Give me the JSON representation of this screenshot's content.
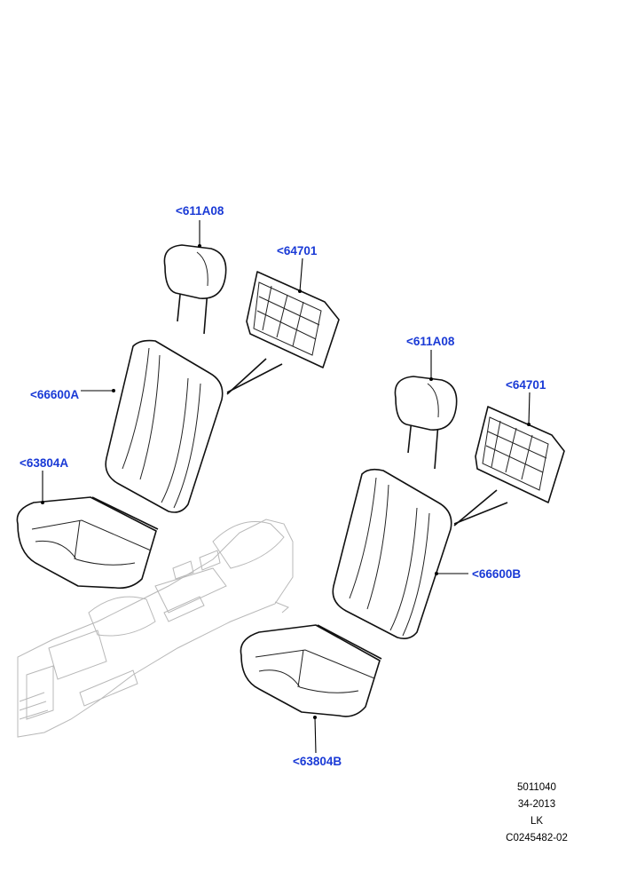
{
  "callouts": {
    "headrest_a": "<611A08",
    "headrest_b": "<611A08",
    "back_panel_a": "<64701",
    "back_panel_b": "<64701",
    "backrest_a": "<66600A",
    "backrest_b": "<66600B",
    "cushion_a": "<63804A",
    "cushion_b": "<63804B"
  },
  "info": {
    "line1": "5011040",
    "line2": "34-2013",
    "line3": "LK",
    "line4": "C0245482-02"
  },
  "colors": {
    "callout": "#1a3ad6",
    "line": "#111111",
    "ghost": "#b8b8b8"
  }
}
